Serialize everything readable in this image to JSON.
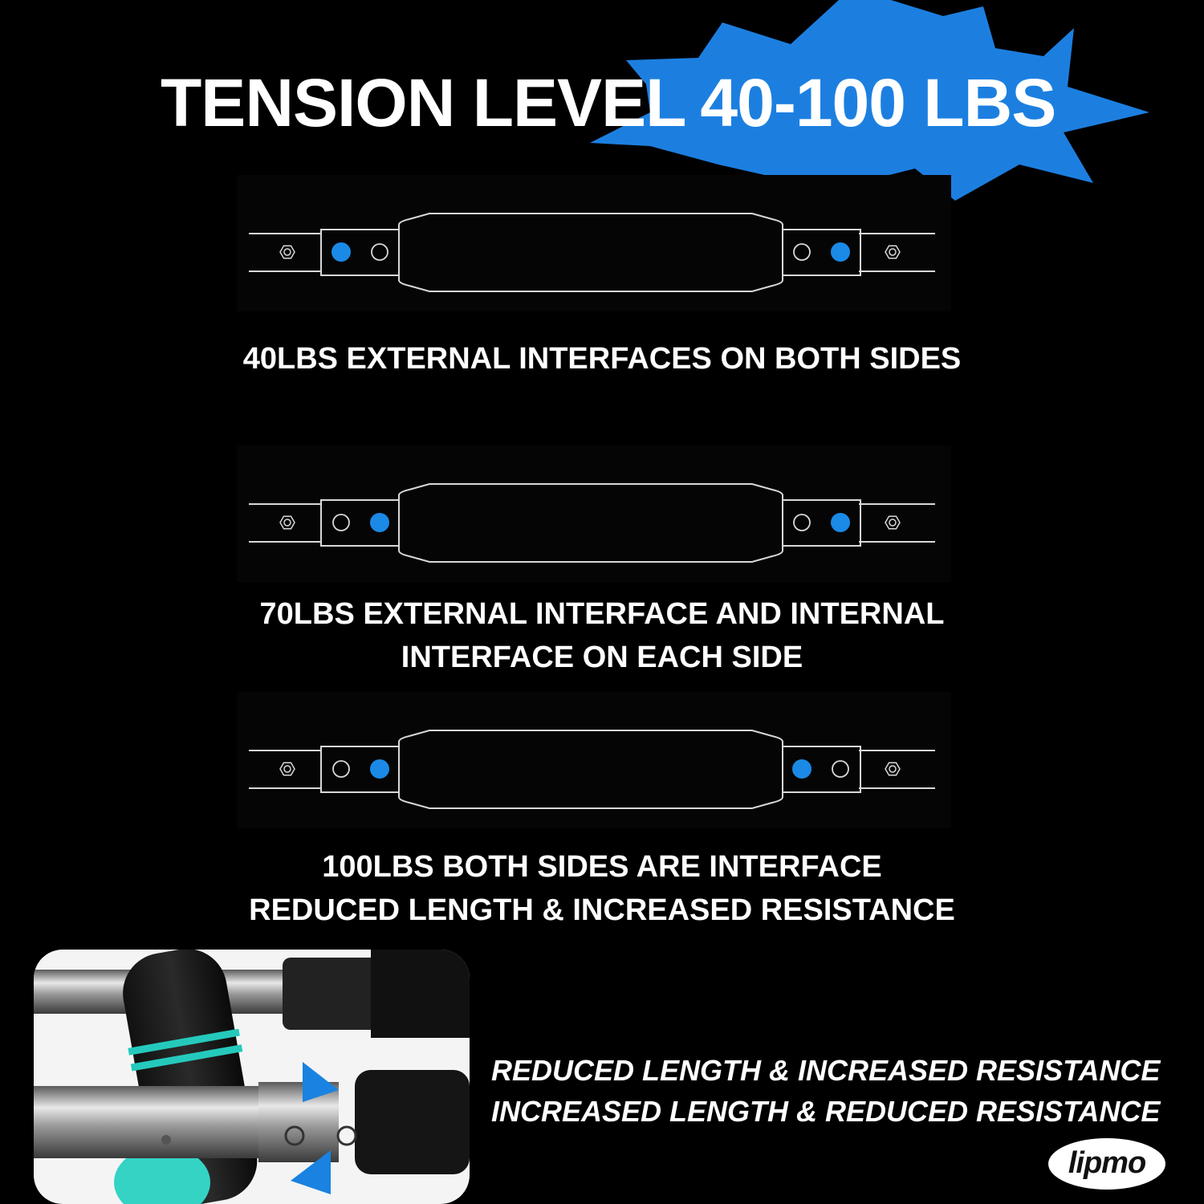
{
  "title": {
    "prefix": "TENSION LEVEL",
    "highlight": "40-100 LBS"
  },
  "colors": {
    "accent": "#1a82e0",
    "burst": "#1c7fe0",
    "dot": "#1a8ae6",
    "line": "#d8d8d8",
    "foam_stripe": "#25c9bc"
  },
  "levels": [
    {
      "caption": [
        "40LBS EXTERNAL INTERFACES ON BOTH SIDES"
      ],
      "left_filled": "outer",
      "right_filled": "outer"
    },
    {
      "caption": [
        "70LBS EXTERNAL INTERFACE AND INTERNAL",
        "INTERFACE ON EACH SIDE"
      ],
      "left_filled": "inner",
      "right_filled": "outer"
    },
    {
      "caption": [
        "100LBS BOTH SIDES ARE INTERFACE",
        "REDUCED LENGTH & INCREASED RESISTANCE"
      ],
      "left_filled": "inner",
      "right_filled": "inner"
    }
  ],
  "adjustment": {
    "line1": "REDUCED LENGTH & INCREASED RESISTANCE",
    "line2": "INCREASED LENGTH & REDUCED RESISTANCE"
  },
  "brand": {
    "logo": "lipmo"
  }
}
